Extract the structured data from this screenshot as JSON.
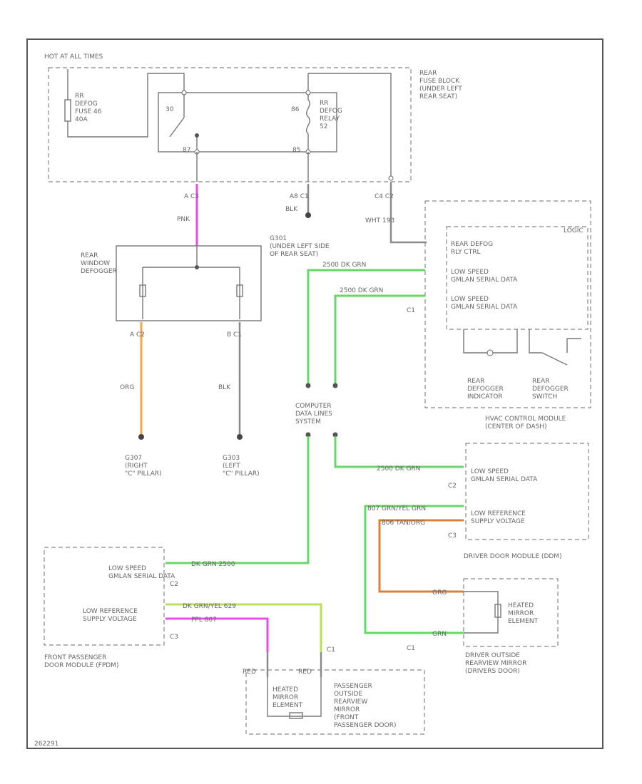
{
  "diagram": {
    "footer_code": "262291",
    "labels": {
      "hot_at_all_times": "HOT AT ALL TIMES",
      "rr_defog_fuse": "RR\nDEFOG\nFUSE 46\n40A",
      "rear_fuse_block": "REAR\nFUSE BLOCK\n(UNDER LEFT\nREAR SEAT)",
      "relay_pin_30": "30",
      "relay_pin_86": "86",
      "relay_pin_87": "87",
      "relay_pin_85": "85",
      "rr_defog_relay": "RR\nDEFOG\nRELAY\n52",
      "conn_a_c3": "A   C3",
      "conn_a8_c1": "A8   C1",
      "conn_c4_c2": "C4   C2",
      "wire_pnk": "PNK",
      "wire_blk_top": "BLK",
      "wire_8_wht": "WHT   193",
      "g301": "G301\n(UNDER LEFT SIDE\nOF REAR SEAT)",
      "rear_window_defogger": "REAR\nWINDOW\nDEFOGGER",
      "conn_a_c2": "A   C2",
      "conn_b_c1": "B   C1",
      "wire_org": "ORG",
      "wire_blk_bottom": "BLK",
      "g307": "G307\n(RIGHT\n\"C\" PILLAR)",
      "g303": "G303\n(LEFT\n\"C\" PILLAR)",
      "rear_defog_rly_ctrl": "REAR DEFOG\nRLY CTRL",
      "low_speed_gmlan_1": "LOW SPEED\nGMLAN SERIAL DATA",
      "low_speed_gmlan_2": "LOW SPEED\nGMLAN SERIAL DATA",
      "wire_2500_dk_grn_a": "2500   DK GRN",
      "wire_2500_dk_grn_b": "2500   DK GRN",
      "conn_c1_hvac": "C1",
      "logic": "LOGIC",
      "rear_defogger_indicator": "REAR\nDEFOGGER\nINDICATOR",
      "rear_defogger_switch": "REAR\nDEFOGGER\nSWITCH",
      "hvac_control_module": "HVAC CONTROL MODULE\n(CENTER OF DASH)",
      "computer_data_lines": "COMPUTER\nDATA LINES\nSYSTEM",
      "wire_2500_dk_grn_c": "2500   DK GRN",
      "ddm_low_speed": "LOW SPEED\nGMLAN SERIAL DATA",
      "ddm_c2": "C2",
      "wire_807_grn_yel": "807   GRN/YEL   GRN",
      "ddm_low_ref": "LOW REFERENCE\nSUPPLY VOLTAGE",
      "wire_806_tan_org": "806   TAN/ORG",
      "ddm_c3": "C3",
      "driver_door_module": "DRIVER DOOR MODULE (DDM)",
      "wire_org_mirror": "ORG",
      "wire_grn_mirror": "GRN",
      "heated_mirror_element_right": "HEATED\nMIRROR\nELEMENT",
      "driver_mirror_c1": "C1",
      "driver_outside_mirror": "DRIVER OUTSIDE\nREARVIEW MIRROR\n(DRIVERS DOOR)",
      "pdm_low_speed": "LOW SPEED\nGMLAN SERIAL DATA",
      "pdm_c2": "C2",
      "wire_dk_grn_pdm": "DK GRN   2500",
      "pdm_low_ref": "LOW REFERENCE\nSUPPLY VOLTAGE",
      "wire_dk_grn_yel": "DK GRN/YEL   629",
      "wire_ppl_807": "PPL   807",
      "pdm_c3": "C3",
      "front_passenger_door_module": "FRONT PASSENGER\nDOOR MODULE (FPDM)",
      "pm_c1": "C1",
      "wire_red_left": "RED",
      "wire_red_right": "RED",
      "heated_mirror_element_left": "HEATED\nMIRROR\nELEMENT",
      "passenger_outside_mirror": "PASSENGER\nOUTSIDE\nREARVIEW\nMIRROR\n(FRONT\nPASSENGER DOOR)"
    },
    "colors": {
      "wire_pink": "#e84de8",
      "wire_green": "#66d866",
      "wire_orange": "#f2a64a",
      "wire_gray": "#8a8a8a",
      "wire_green_yellow": "#b6e05a",
      "wire_brown_orange": "#d9803a"
    }
  }
}
